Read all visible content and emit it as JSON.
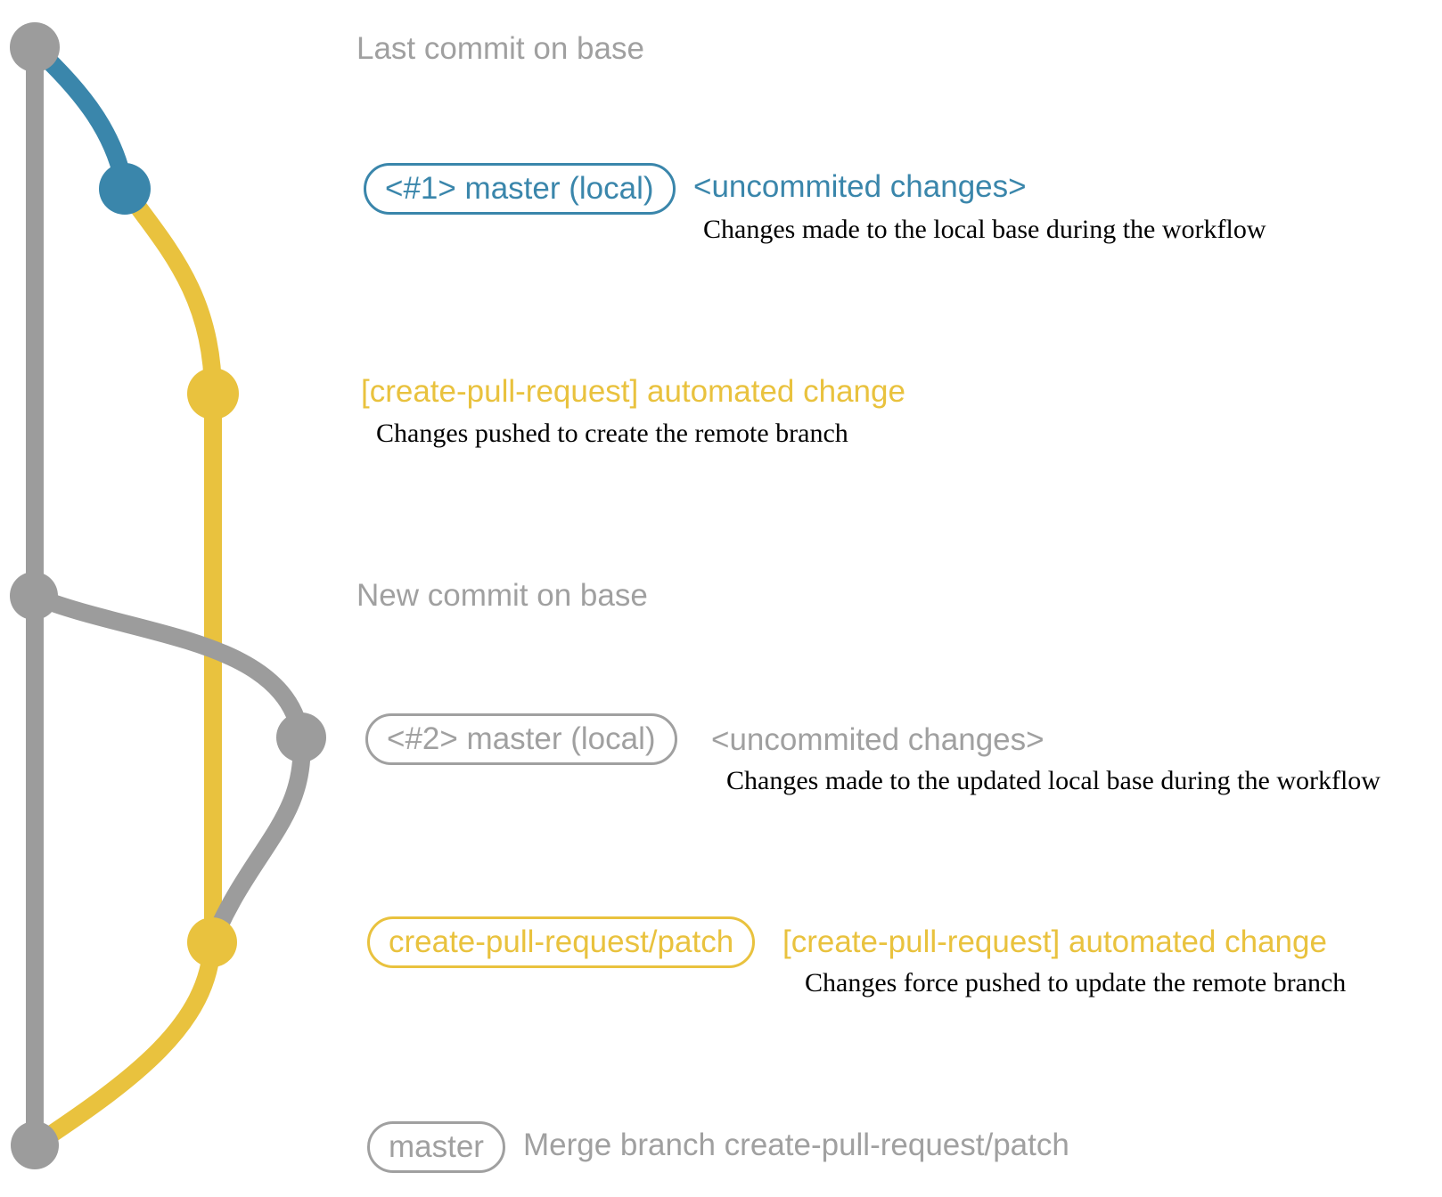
{
  "colors": {
    "graph-gray": "#9c9c9c",
    "gray-text": "#a0a0a0",
    "blue": "#3a86ab",
    "yellow": "#e9c23e",
    "caption": "#000000",
    "bg": "#ffffff"
  },
  "rows": [
    {
      "label": "Last commit on base"
    },
    {
      "badge": "<#1> master (local)",
      "note": "<uncommited changes>",
      "caption": "Changes made to the local base during the workflow"
    },
    {
      "label": "[create-pull-request] automated change",
      "caption": "Changes pushed to create the remote branch"
    },
    {
      "label": "New commit on base"
    },
    {
      "badge": "<#2> master (local)",
      "note": "<uncommited changes>",
      "caption": "Changes made to the updated local base during the workflow"
    },
    {
      "badge": "create-pull-request/patch",
      "note": "[create-pull-request] automated change",
      "caption": "Changes force pushed to update the remote branch"
    },
    {
      "badge": "master",
      "note": "Merge branch create-pull-request/patch"
    }
  ],
  "graph": {
    "branches": [
      "base (master)",
      "master (local)",
      "create-pull-request/patch"
    ],
    "commits": [
      "Last commit on base",
      "<#1> master (local) uncommited changes",
      "[create-pull-request] automated change",
      "New commit on base",
      "<#2> master (local) uncommited changes",
      "[create-pull-request] automated change (force push)",
      "Merge branch create-pull-request/patch"
    ]
  }
}
